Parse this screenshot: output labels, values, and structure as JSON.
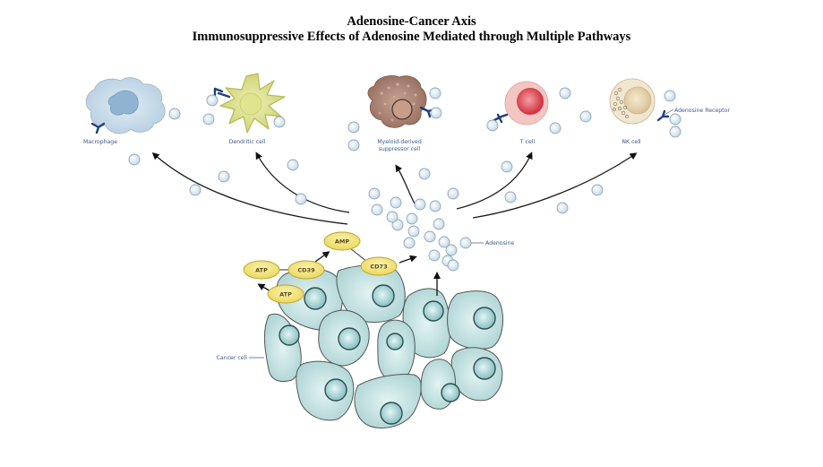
{
  "title": "Adenosine-Cancer Axis",
  "subtitle": "Immunosuppressive Effects of Adenosine Mediated through Multiple Pathways",
  "immune_cells": {
    "macrophage": "Macrophage",
    "dendritic": "Dendritic cell",
    "mdsc_line1": "Myeloid-derived",
    "mdsc_line2": "suppressor cell",
    "tcell": "T cell",
    "nkcell": "NK cell"
  },
  "labels": {
    "adenosine_receptor": "Adenosine Receptor",
    "adenosine": "Adenosine",
    "cancer_cell": "Cancer cell"
  },
  "enzymes": {
    "atp_top": "ATP",
    "cd39": "CD39",
    "atp_bottom": "ATP",
    "amp": "AMP",
    "cd73": "CD73"
  },
  "colors": {
    "adenosine_fill": "#d8e6f0",
    "adenosine_stroke": "#8fa9bf",
    "cancer_fill": "#bfe0e0",
    "enzyme_fill": "#f2e27a",
    "receptor": "#1e3f78",
    "label_text": "#3a5a8a"
  }
}
